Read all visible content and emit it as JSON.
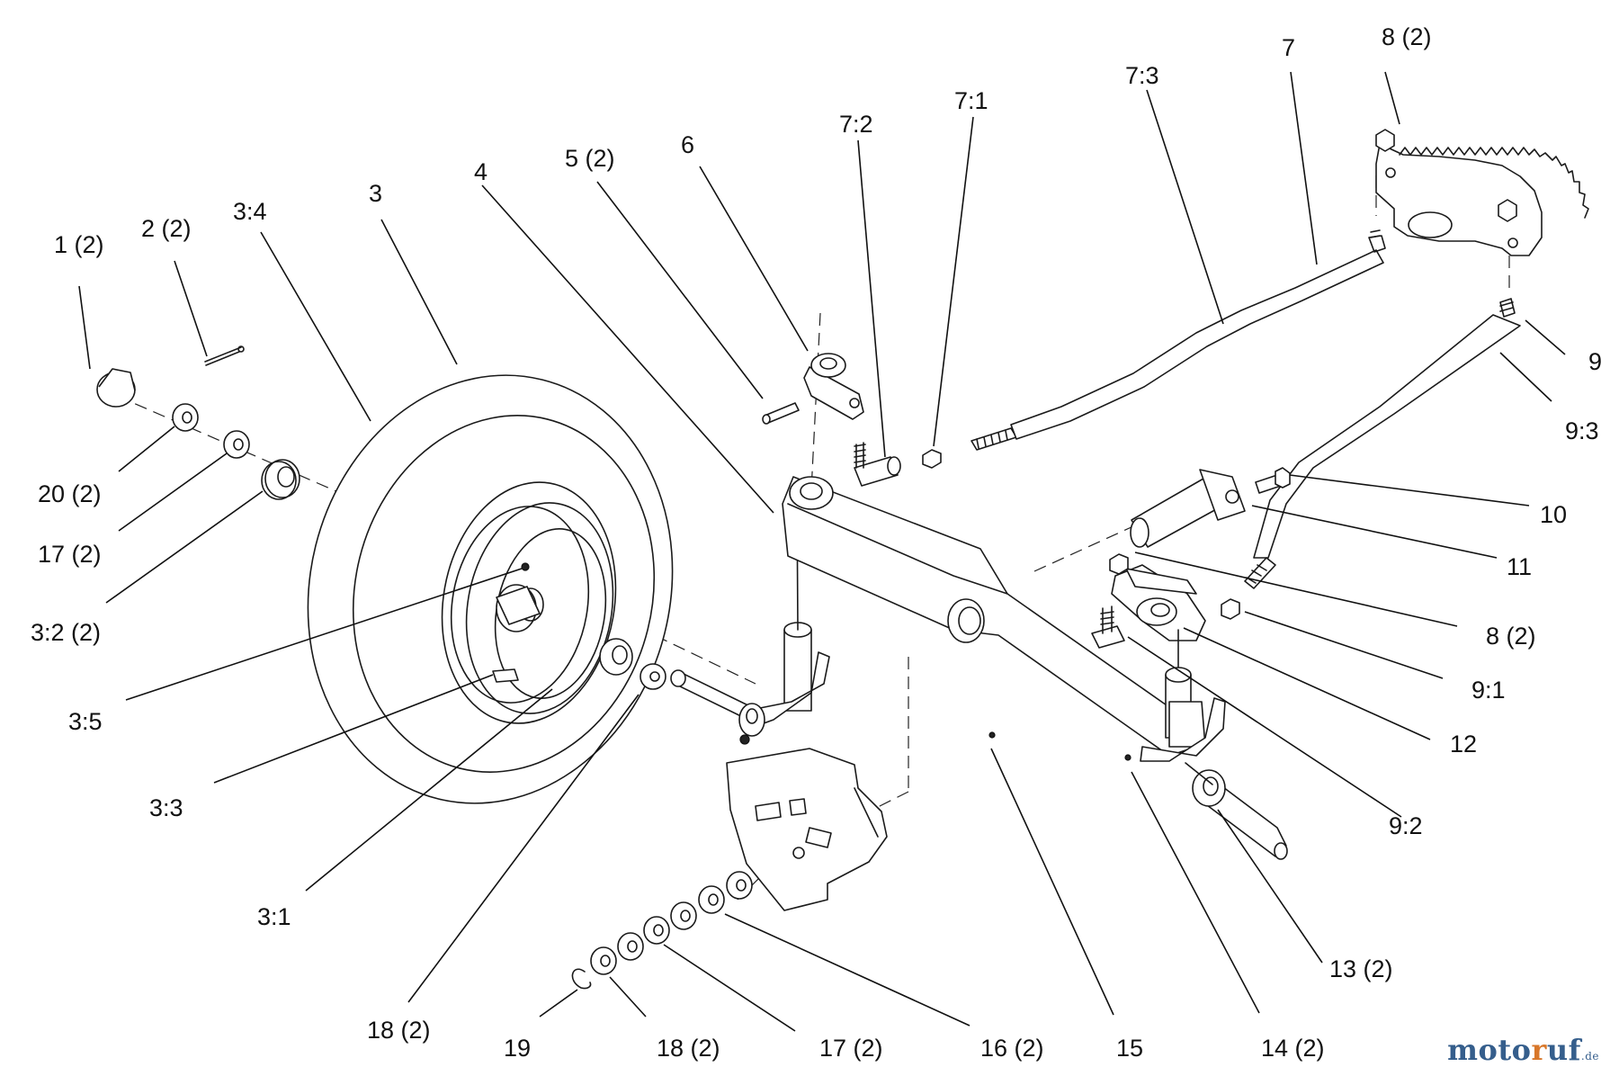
{
  "labels": [
    {
      "id": "1",
      "text": "1 (2)"
    },
    {
      "id": "2",
      "text": "2 (2)"
    },
    {
      "id": "3-4",
      "text": "3:4"
    },
    {
      "id": "3",
      "text": "3"
    },
    {
      "id": "4",
      "text": "4"
    },
    {
      "id": "5",
      "text": "5 (2)"
    },
    {
      "id": "6",
      "text": "6"
    },
    {
      "id": "7-2",
      "text": "7:2"
    },
    {
      "id": "7-1",
      "text": "7:1"
    },
    {
      "id": "7-3",
      "text": "7:3"
    },
    {
      "id": "7",
      "text": "7"
    },
    {
      "id": "8-top",
      "text": "8 (2)"
    },
    {
      "id": "9",
      "text": "9"
    },
    {
      "id": "9-3",
      "text": "9:3"
    },
    {
      "id": "10",
      "text": "10"
    },
    {
      "id": "11",
      "text": "11"
    },
    {
      "id": "8",
      "text": "8 (2)"
    },
    {
      "id": "9-1",
      "text": "9:1"
    },
    {
      "id": "12",
      "text": "12"
    },
    {
      "id": "9-2",
      "text": "9:2"
    },
    {
      "id": "20",
      "text": "20 (2)"
    },
    {
      "id": "17a",
      "text": "17 (2)"
    },
    {
      "id": "3-2",
      "text": "3:2 (2)"
    },
    {
      "id": "3-5",
      "text": "3:5"
    },
    {
      "id": "3-3",
      "text": "3:3"
    },
    {
      "id": "3-1",
      "text": "3:1"
    },
    {
      "id": "18a",
      "text": "18 (2)"
    },
    {
      "id": "19",
      "text": "19"
    },
    {
      "id": "18b",
      "text": "18 (2)"
    },
    {
      "id": "17b",
      "text": "17 (2)"
    },
    {
      "id": "16",
      "text": "16 (2)"
    },
    {
      "id": "15",
      "text": "15"
    },
    {
      "id": "14",
      "text": "14 (2)"
    },
    {
      "id": "13",
      "text": "13 (2)"
    }
  ],
  "logo": {
    "part1": "moto",
    "part2": "r",
    "part3": "uf",
    "suffix": ".de"
  }
}
